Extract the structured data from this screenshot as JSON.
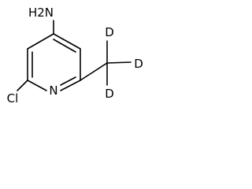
{
  "molecule": {
    "labels": {
      "amine": "H2N",
      "chloro": "Cl",
      "nitrogen": "N",
      "deuterium_1": "D",
      "deuterium_2": "D",
      "deuterium_3": "D"
    }
  }
}
